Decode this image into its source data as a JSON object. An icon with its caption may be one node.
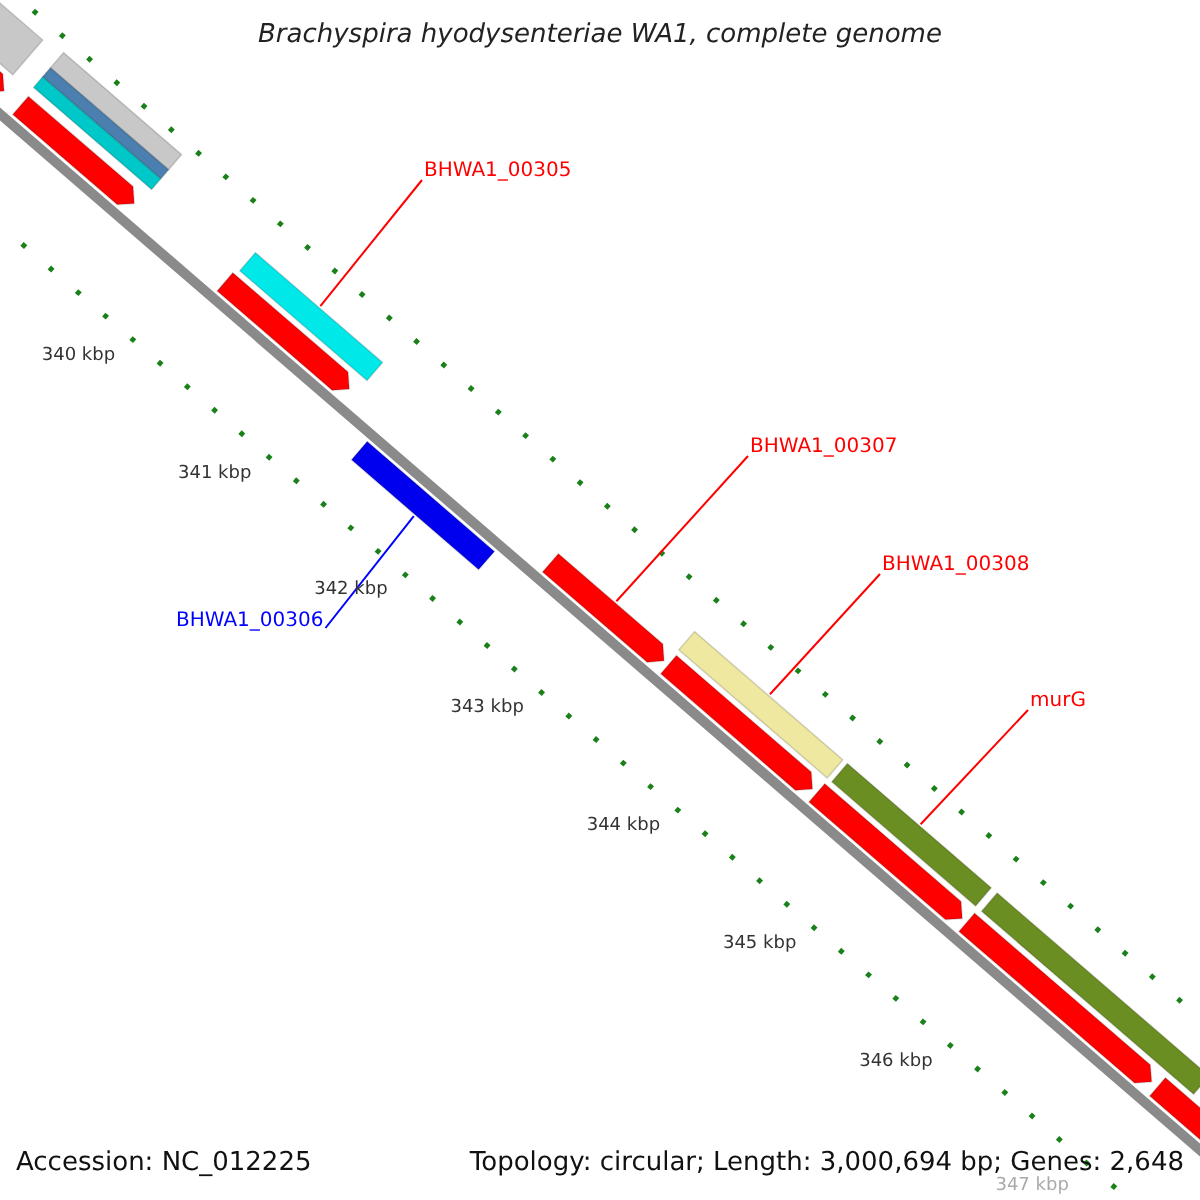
{
  "diagram": {
    "title": "Brachyspira hyodysenteriae WA1, complete genome",
    "nodes": [
      {
        "text": [
          "BHWA1_00305"
        ]
      },
      {
        "text": [],
        "shape": "bar"
      },
      {
        "text": [
          "BHWA1_00306"
        ]
      },
      {
        "text": [],
        "shape": "bar"
      },
      {
        "text": [
          "BHWA1_00307"
        ]
      },
      {
        "text": [],
        "shape": "pentagon"
      },
      {
        "text": [
          "BHWA1_00308"
        ]
      },
      {
        "text": [],
        "shape": "bar"
      },
      {
        "text": [
          "murG"
        ]
      },
      {
        "text": [],
        "shape": "bar"
      },
      {
        "text": [],
        "shape": "bar"
      },
      {
        "text": [],
        "shape": "pentagon"
      },
      {
        "text": [],
        "shape": "bar"
      },
      {
        "text": [],
        "shape": "bar"
      },
      {
        "text": [],
        "shape": "bar"
      },
      {
        "text": [],
        "shape": "pentagon"
      },
      {
        "text": [],
        "shape": "pentagon"
      },
      {
        "text": [],
        "shape": "pentagon"
      },
      {
        "text": [],
        "shape": "pentagon"
      },
      {
        "text": [],
        "shape": "pentagon"
      },
      {
        "text": [],
        "shape": "bar"
      },
      {
        "text": [],
        "shape": "pentagon"
      }
    ],
    "edges": [
      {
        "from": 0,
        "to": 1,
        "arrow": "none"
      },
      {
        "from": 2,
        "to": 3,
        "arrow": "none",
        "color": "#0000ff"
      },
      {
        "from": 4,
        "to": 5,
        "arrow": "none"
      },
      {
        "from": 6,
        "to": 7,
        "arrow": "none"
      },
      {
        "from": 8,
        "to": 9,
        "arrow": "none"
      }
    ],
    "labels": [
      "340 kbp",
      "341 kbp",
      "342 kbp",
      "343 kbp",
      "344 kbp",
      "345 kbp",
      "346 kbp",
      "Accession: NC_012225",
      "Topology: circular; Length: 3,000,694 bp; Genes: 2,648",
      "347 kbp"
    ]
  }
}
